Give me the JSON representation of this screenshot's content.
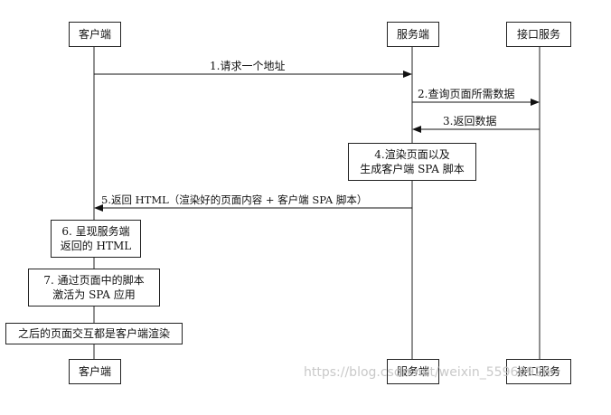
{
  "participants": {
    "client": "客户端",
    "server": "服务端",
    "api": "接口服务"
  },
  "messages": {
    "m1": "1.请求一个地址",
    "m2": "2.查询页面所需数据",
    "m3": "3.返回数据",
    "m5": "5.返回 HTML（渲染好的页面内容 + 客户端 SPA 脚本）"
  },
  "activations": {
    "a4_line1": "4.渲染页面以及",
    "a4_line2": "生成客户端 SPA 脚本",
    "a6_line1": "6. 呈现服务端",
    "a6_line2": "返回的 HTML",
    "a7_line1": "7. 通过页面中的脚本",
    "a7_line2": "激活为 SPA 应用",
    "a8_line1": "之后的页面交互都是客户端渲染"
  },
  "watermark": "https://blog.csdn.net/weixin_55960926"
}
